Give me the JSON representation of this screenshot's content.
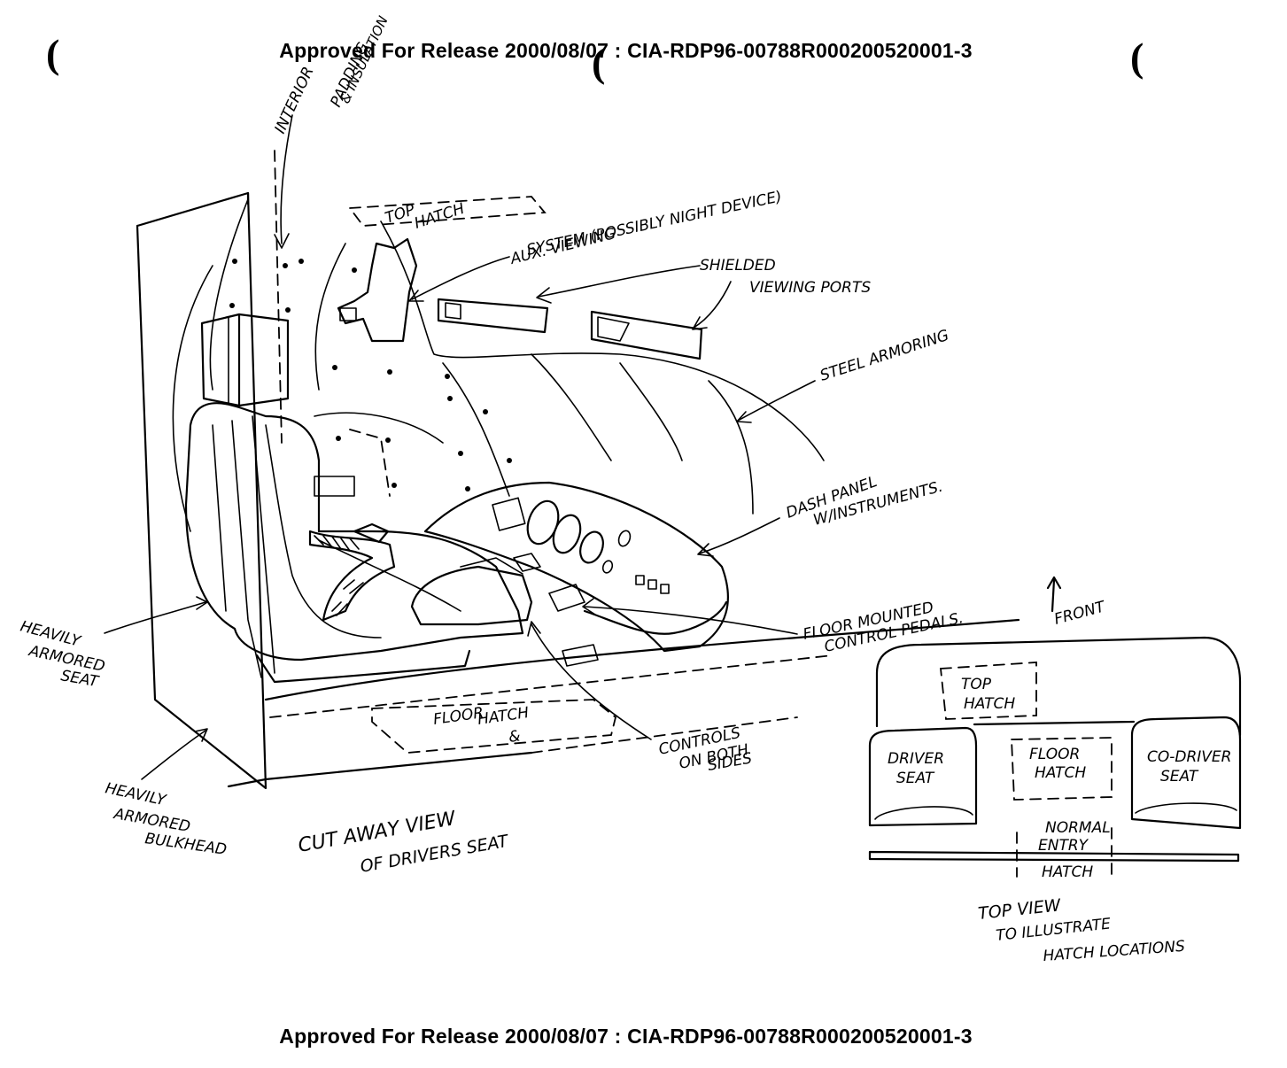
{
  "stamps": {
    "top": "Approved For Release 2000/08/07 : CIA-RDP96-00788R000200520001-3",
    "bottom": "Approved For Release 2000/08/07 : CIA-RDP96-00788R000200520001-3"
  },
  "cutaway": {
    "interior_padding": [
      "INTERIOR",
      "PADDING",
      "& INSULATION"
    ],
    "top_hatch": [
      "TOP",
      "HATCH"
    ],
    "aux_viewing": [
      "AUX. VIEWING",
      "SYSTEM (POSSIBLY NIGHT DEVICE)"
    ],
    "shielded_ports": [
      "SHIELDED",
      "VIEWING PORTS"
    ],
    "steel_armoring": "STEEL ARMORING",
    "dash_panel": [
      "DASH PANEL",
      "W/INSTRUMENTS."
    ],
    "floor_pedals": [
      "FLOOR MOUNTED",
      "CONTROL PEDALS."
    ],
    "controls": [
      "CONTROLS",
      "ON BOTH",
      "SIDES"
    ],
    "floor_hatch": [
      "FLOOR",
      "HATCH",
      "&"
    ],
    "armored_seat": [
      "HEAVILY",
      "ARMORED",
      "SEAT"
    ],
    "armored_bulkhead": [
      "HEAVILY",
      "ARMORED",
      "BULKHEAD"
    ],
    "caption": [
      "CUT AWAY VIEW",
      "OF DRIVERS SEAT"
    ]
  },
  "topview": {
    "front": "FRONT",
    "top_hatch": [
      "TOP",
      "HATCH"
    ],
    "driver_seat": [
      "DRIVER",
      "SEAT"
    ],
    "floor_hatch": [
      "FLOOR",
      "HATCH"
    ],
    "codriver_seat": [
      "CO-DRIVER",
      "SEAT"
    ],
    "normal_entry": [
      "NORMAL",
      "ENTRY",
      "HATCH"
    ],
    "caption": [
      "TOP VIEW",
      "TO ILLUSTRATE",
      "HATCH LOCATIONS"
    ]
  }
}
